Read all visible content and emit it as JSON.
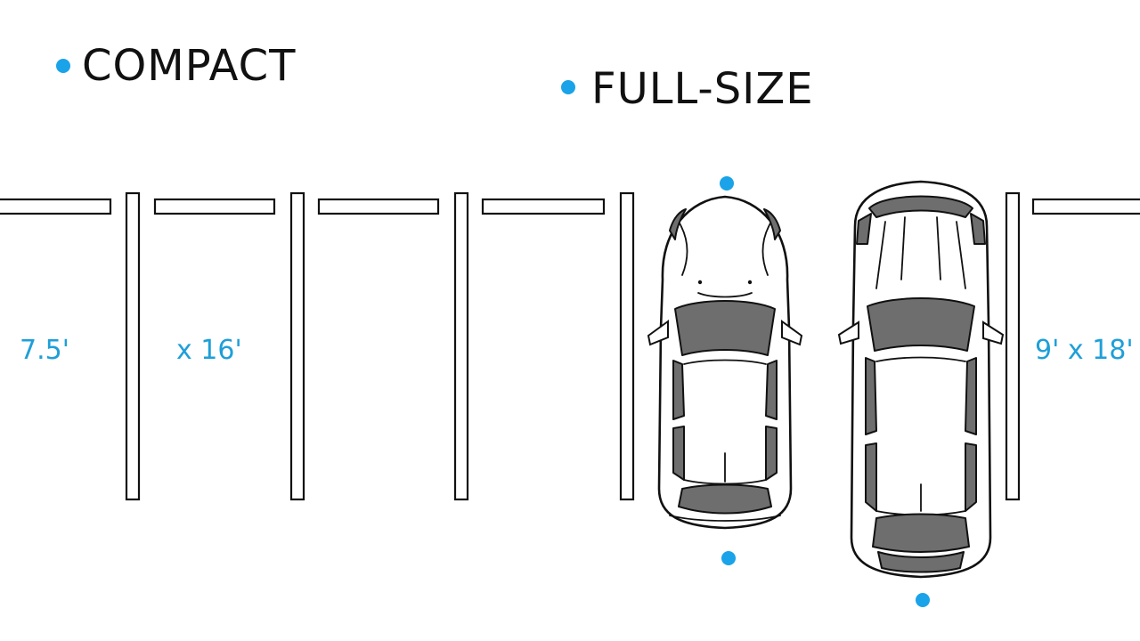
{
  "labels": {
    "compact": "COMPACT",
    "full_size": "FULL-SIZE",
    "compact_width": "7.5'",
    "compact_length": "x 16'",
    "full_dims": "9' x 18'"
  },
  "colors": {
    "accent": "#1aa3e8",
    "dimension_text": "#1e9fd8",
    "line": "#111111",
    "glass": "#6e6e6e"
  },
  "icons": {
    "compact_bullet": "dot-icon",
    "full_size_bullet": "dot-icon",
    "compact_car": "compact-car-top-view-icon",
    "full_size_car": "full-size-car-top-view-icon"
  }
}
